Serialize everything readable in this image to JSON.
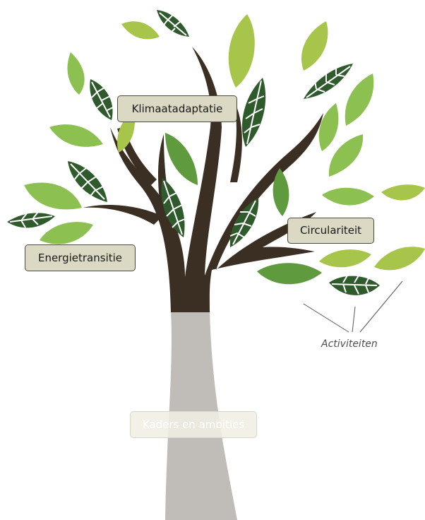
{
  "labels": {
    "klimaatadaptatie": "Klimaatadaptatie",
    "energietransitie": "Energietransitie",
    "circulariteit": "Circulariteit",
    "kaders": "Kaders en ambities",
    "activiteiten": "Activiteiten"
  },
  "colors": {
    "trunk": "#c0bdb8",
    "branches": "#3b2e22",
    "leaf_lime": "#a7c54a",
    "leaf_light": "#8cc051",
    "leaf_mid": "#6ea645",
    "leaf_dark": "#2f5a2c",
    "label_fill": "#dbd8c3",
    "label_border": "#4a4a40"
  }
}
